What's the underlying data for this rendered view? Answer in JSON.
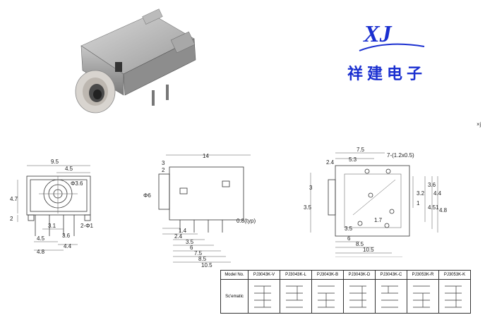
{
  "brand": {
    "logo_letters": "XJ",
    "company_name": "祥建电子"
  },
  "views": {
    "front": {
      "dims": [
        "9.5",
        "4.5",
        "4.7",
        "2",
        "3.1",
        "3.6",
        "4.5",
        "4.8",
        "4.4",
        "2-Φ1",
        "Φ3.6"
      ]
    },
    "side": {
      "dims": [
        "14",
        "3",
        "2",
        "Φ6",
        "1.4",
        "2.4",
        "3.5",
        "6",
        "7.5",
        "8.5",
        "10.5",
        "0.8(typ)"
      ]
    },
    "bottom": {
      "dims": [
        "7.5",
        "5.3",
        "2.4",
        "7-(1.2x0.5)",
        "3",
        "3.6",
        "3.2",
        "1",
        "4.4",
        "4.51",
        "4.8",
        "3.5",
        "3.5",
        "1.7",
        "6",
        "8.5",
        "10.5"
      ]
    }
  },
  "model_table": {
    "header_label": "Model No.",
    "models": [
      "PJ3043K-V",
      "PJ3043K-L",
      "PJ3043K-B",
      "PJ3043K-D",
      "PJ3043K-C",
      "PJ3053K-R",
      "PJ3053K-K"
    ],
    "row_label": "Sc'ematic"
  },
  "corner_mark": "×j"
}
